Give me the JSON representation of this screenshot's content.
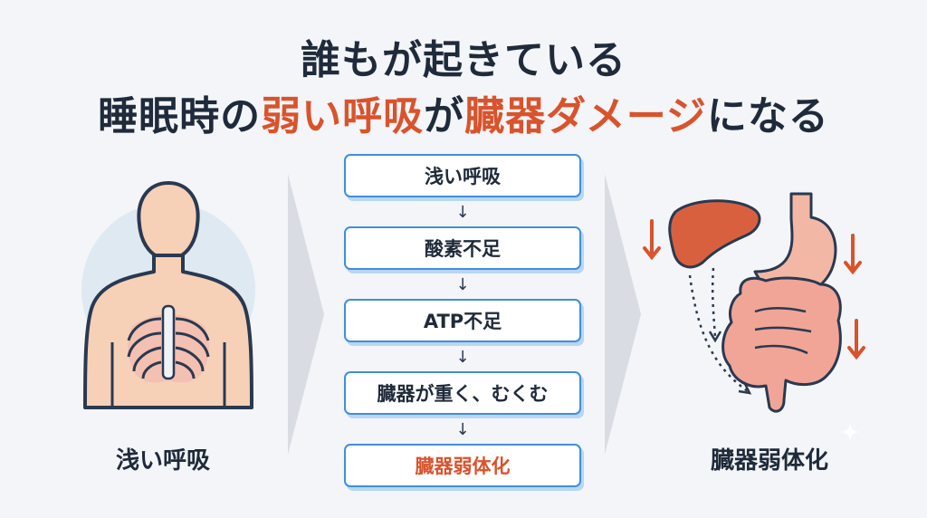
{
  "title": {
    "line1": "誰もが起きている",
    "line2_pre": "睡眠時の",
    "line2_hl1": "弱い呼吸",
    "line2_mid": "が",
    "line2_hl2": "臓器ダメージ",
    "line2_post": "になる"
  },
  "colors": {
    "accent": "#d9532c",
    "box_border": "#3f8ee0",
    "text": "#1f2a3a"
  },
  "flow": {
    "steps": [
      "浅い呼吸",
      "酸素不足",
      "ATP不足",
      "臓器が重く、むくむ",
      "臓器弱体化"
    ],
    "arrow": "↓"
  },
  "left_caption": "浅い呼吸",
  "right_caption": "臓器弱体化",
  "icons": [
    "human-torso-icon",
    "ribcage-icon",
    "liver-icon",
    "stomach-icon",
    "intestine-icon",
    "down-arrow-icon",
    "sparkle-icon"
  ]
}
